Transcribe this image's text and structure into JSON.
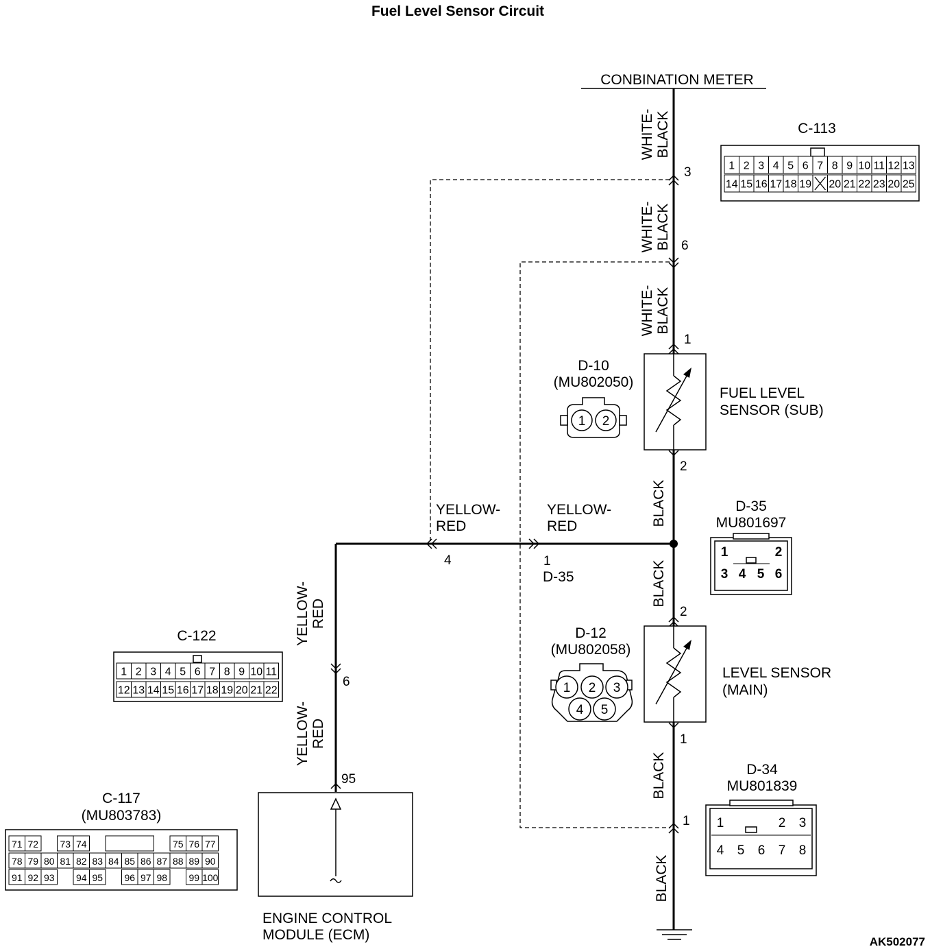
{
  "title": "Fuel Level Sensor Circuit",
  "figure_code": "AK502077",
  "top_component": "CONBINATION METER",
  "ecm": {
    "line1": "ENGINE CONTROL",
    "line2": "MODULE (ECM)"
  },
  "sensor_sub": {
    "line1": "FUEL LEVEL",
    "line2": "SENSOR (SUB)"
  },
  "sensor_main": {
    "line1": "LEVEL SENSOR",
    "line2": "(MAIN)"
  },
  "wires": {
    "wb1": [
      "WHITE-",
      "BLACK"
    ],
    "wb2": [
      "WHITE-",
      "BLACK"
    ],
    "wb3": [
      "WHITE-",
      "BLACK"
    ],
    "black1": "BLACK",
    "black2": "BLACK",
    "black3": "BLACK",
    "black4": "BLACK",
    "yr_left": [
      "YELLOW-",
      "RED"
    ],
    "yr_right": [
      "YELLOW-",
      "RED"
    ],
    "yr_v1": [
      "YELLOW-",
      "RED"
    ],
    "yr_v2": [
      "YELLOW-",
      "RED"
    ]
  },
  "pins": {
    "p3": "3",
    "p6": "6",
    "p1a": "1",
    "p2a": "2",
    "p2b": "2",
    "p1b": "1",
    "p1c": "1",
    "p4": "4",
    "p1d": "1",
    "d35": "D-35",
    "p6b": "6",
    "p95": "95"
  },
  "connectors": {
    "c113": {
      "name": "C-113",
      "row1": [
        "1",
        "2",
        "3",
        "4",
        "5",
        "6",
        "7",
        "8",
        "9",
        "10",
        "11",
        "12",
        "13"
      ],
      "row2": [
        "14",
        "15",
        "16",
        "17",
        "18",
        "19",
        "",
        "20",
        "21",
        "22",
        "23",
        "20",
        "25"
      ]
    },
    "d10": {
      "name": "D-10",
      "part": "(MU802050)",
      "pins": [
        "1",
        "2"
      ]
    },
    "d35": {
      "name": "D-35",
      "part": "MU801697",
      "pins": [
        "1",
        "2",
        "3",
        "4",
        "5",
        "6"
      ]
    },
    "d12": {
      "name": "D-12",
      "part": "(MU802058)",
      "pins": [
        "1",
        "2",
        "3",
        "4",
        "5"
      ]
    },
    "d34": {
      "name": "D-34",
      "part": "MU801839",
      "pins": [
        "1",
        "2",
        "3",
        "4",
        "5",
        "6",
        "7",
        "8"
      ]
    },
    "c122": {
      "name": "C-122",
      "row1": [
        "1",
        "2",
        "3",
        "4",
        "5",
        "6",
        "7",
        "8",
        "9",
        "10",
        "11"
      ],
      "row2": [
        "12",
        "13",
        "14",
        "15",
        "16",
        "17",
        "18",
        "19",
        "20",
        "21",
        "22"
      ]
    },
    "c117": {
      "name": "C-117",
      "part": "(MU803783)",
      "row1": [
        "71",
        "72",
        "73",
        "74",
        "75",
        "76",
        "77"
      ],
      "row2": [
        "78",
        "79",
        "80",
        "81",
        "82",
        "83",
        "84",
        "85",
        "86",
        "87",
        "88",
        "89",
        "90"
      ],
      "row3": [
        "91",
        "92",
        "93",
        "94",
        "95",
        "96",
        "97",
        "98",
        "99",
        "100"
      ]
    }
  }
}
